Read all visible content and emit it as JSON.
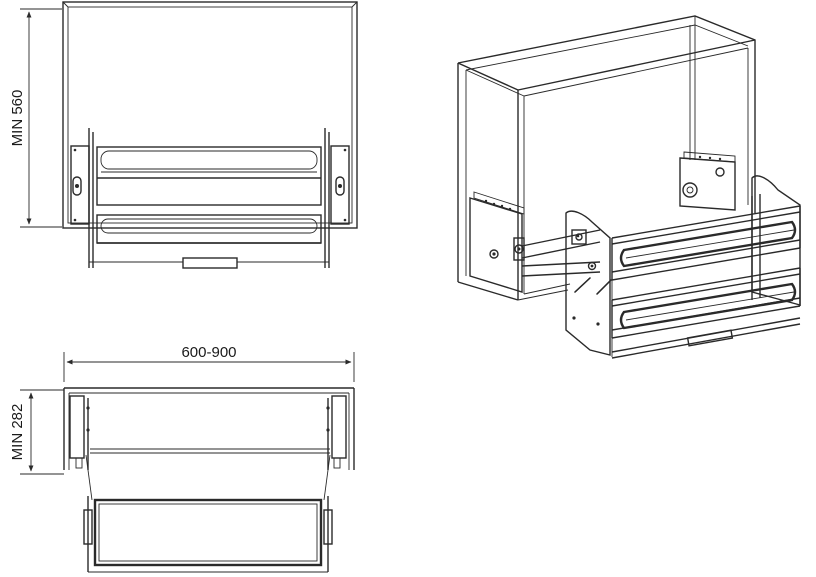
{
  "dimensions": {
    "front_height": "MIN 560",
    "width_range": "600-900",
    "top_depth": "MIN 282"
  },
  "colors": {
    "line": "#2a2a2a",
    "cabinet_fill": "#ffffff",
    "background": "#ffffff"
  }
}
